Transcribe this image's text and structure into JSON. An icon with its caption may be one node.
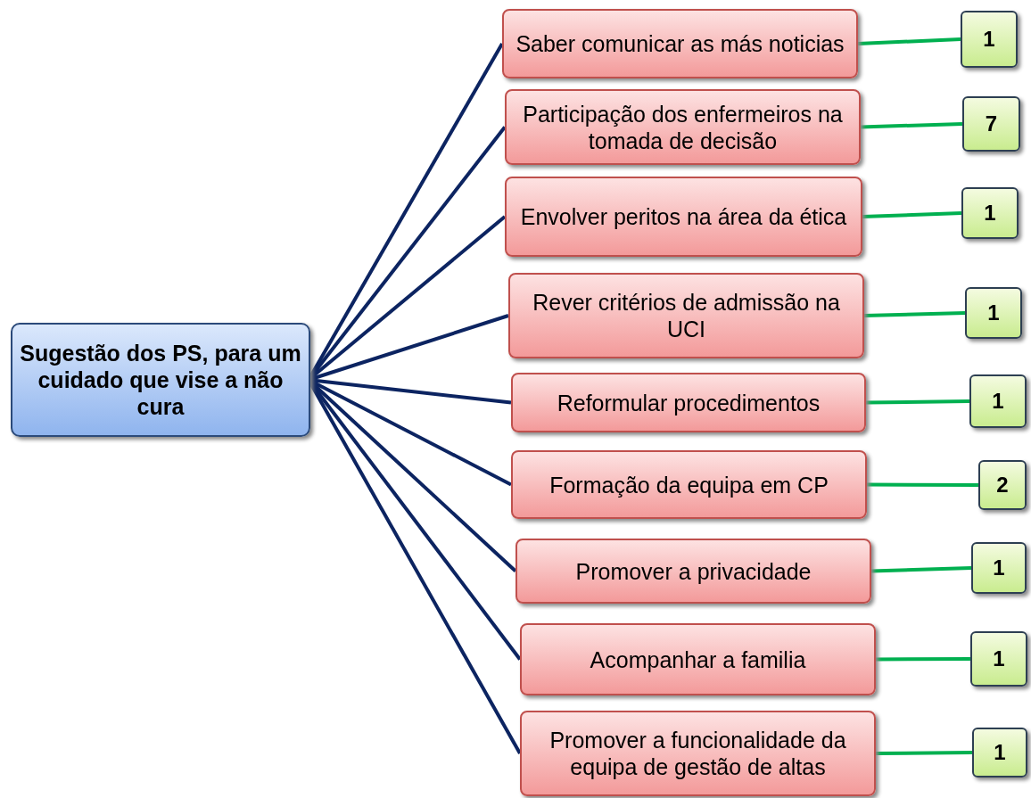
{
  "diagram": {
    "nodes": [
      {
        "text": [
          "Sugestão dos  PS, para um cuidado que vise a não cura"
        ]
      },
      {
        "text": [
          "Saber comunicar as más noticias"
        ]
      },
      {
        "text": [
          "Participação dos enfermeiros na tomada de decisão"
        ]
      },
      {
        "text": [
          "Envolver peritos na área da ética"
        ]
      },
      {
        "text": [
          "Rever critérios de admissão na UCI"
        ]
      },
      {
        "text": [
          "Reformular procedimentos"
        ]
      },
      {
        "text": [
          "Formação da equipa em CP"
        ]
      },
      {
        "text": [
          "Promover a privacidade"
        ]
      },
      {
        "text": [
          "Acompanhar a familia"
        ]
      },
      {
        "text": [
          "Promover a funcionalidade da equipa de gestão de altas"
        ]
      },
      {
        "text": [
          "1"
        ]
      },
      {
        "text": [
          "7"
        ]
      },
      {
        "text": [
          "1"
        ]
      },
      {
        "text": [
          "1"
        ]
      },
      {
        "text": [
          "1"
        ]
      },
      {
        "text": [
          "2"
        ]
      },
      {
        "text": [
          "1"
        ]
      },
      {
        "text": [
          "1"
        ]
      },
      {
        "text": [
          "1"
        ]
      }
    ],
    "edges": [
      {
        "from": 0,
        "to": 1,
        "arrow": "none"
      },
      {
        "from": 0,
        "to": 2,
        "arrow": "none"
      },
      {
        "from": 0,
        "to": 3,
        "arrow": "none"
      },
      {
        "from": 0,
        "to": 4,
        "arrow": "none"
      },
      {
        "from": 0,
        "to": 5,
        "arrow": "none"
      },
      {
        "from": 0,
        "to": 6,
        "arrow": "none"
      },
      {
        "from": 0,
        "to": 7,
        "arrow": "none"
      },
      {
        "from": 0,
        "to": 8,
        "arrow": "none"
      },
      {
        "from": 0,
        "to": 9,
        "arrow": "none"
      },
      {
        "from": 1,
        "to": 10,
        "arrow": "none",
        "color": "#00b050"
      },
      {
        "from": 2,
        "to": 11,
        "arrow": "none",
        "color": "#00b050"
      },
      {
        "from": 3,
        "to": 12,
        "arrow": "none",
        "color": "#00b050"
      },
      {
        "from": 4,
        "to": 13,
        "arrow": "none",
        "color": "#00b050"
      },
      {
        "from": 5,
        "to": 14,
        "arrow": "none",
        "color": "#00b050"
      },
      {
        "from": 6,
        "to": 15,
        "arrow": "none",
        "color": "#00b050"
      },
      {
        "from": 7,
        "to": 16,
        "arrow": "none",
        "color": "#00b050"
      },
      {
        "from": 8,
        "to": 17,
        "arrow": "none",
        "color": "#00b050"
      },
      {
        "from": 9,
        "to": 18,
        "arrow": "none",
        "color": "#00b050"
      }
    ]
  }
}
